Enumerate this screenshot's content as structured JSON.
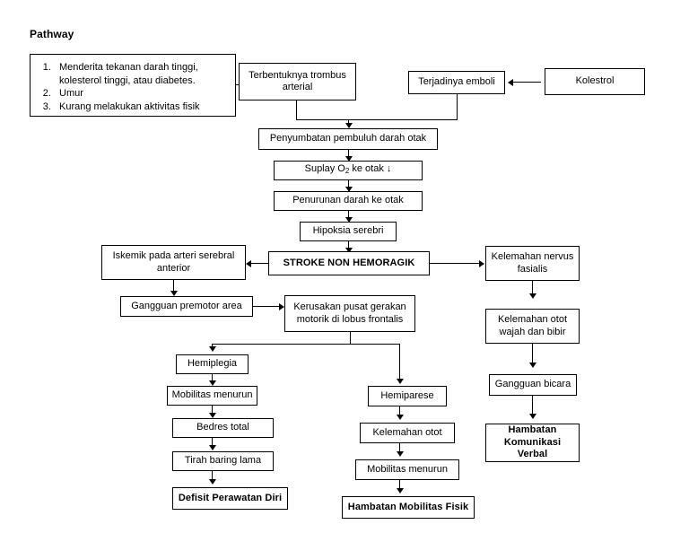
{
  "page": {
    "title": "Pathway",
    "language": "Indonesian",
    "line_color": "#000000",
    "box_fill": "#ffffff",
    "background": "#ffffff"
  },
  "nodes": {
    "risk_factors": {
      "items": [
        "Menderita tekanan darah tinggi, kolesterol tinggi, atau diabetes.",
        "Umur",
        "Kurang melakukan aktivitas fisik"
      ]
    },
    "trombus": "Terbentuknya trombus arterial",
    "emboli": "Terjadinya emboli",
    "kolestrol": "Kolestrol",
    "penyumbatan": "Penyumbatan pembuluh darah otak",
    "suplay_o2_pre": "Suplay O",
    "suplay_o2_sub": "2",
    "suplay_o2_post": " ke otak ↓",
    "penurunan_darah": "Penurunan darah ke otak",
    "hipoksia": "Hipoksia serebri",
    "stroke": "STROKE NON HEMORAGIK",
    "iskemik": "Iskemik pada arteri serebral anterior",
    "kelemahan_nervus": "Kelemahan nervus fasialis",
    "gangguan_premotor": "Gangguan premotor area",
    "kerusakan_pusat": "Kerusakan pusat gerakan motorik  di lobus frontalis",
    "kelemahan_otot_wajah": "Kelemahan otot wajah dan bibir",
    "hemiplegia": "Hemiplegia",
    "mobilitas_menurun_left": "Mobilitas menurun",
    "bedres_total": "Bedres total",
    "tirah_baring": "Tirah baring lama",
    "defisit_perawatan": "Defisit Perawatan Diri",
    "hemiparese": "Hemiparese",
    "kelemahan_otot": "Kelemahan otot",
    "mobilitas_menurun_mid": "Mobilitas menurun",
    "hambatan_mobilitas": "Hambatan Mobilitas Fisik",
    "gangguan_bicara": "Gangguan bicara",
    "hambatan_komunikasi": "Hambatan Komunikasi Verbal"
  }
}
